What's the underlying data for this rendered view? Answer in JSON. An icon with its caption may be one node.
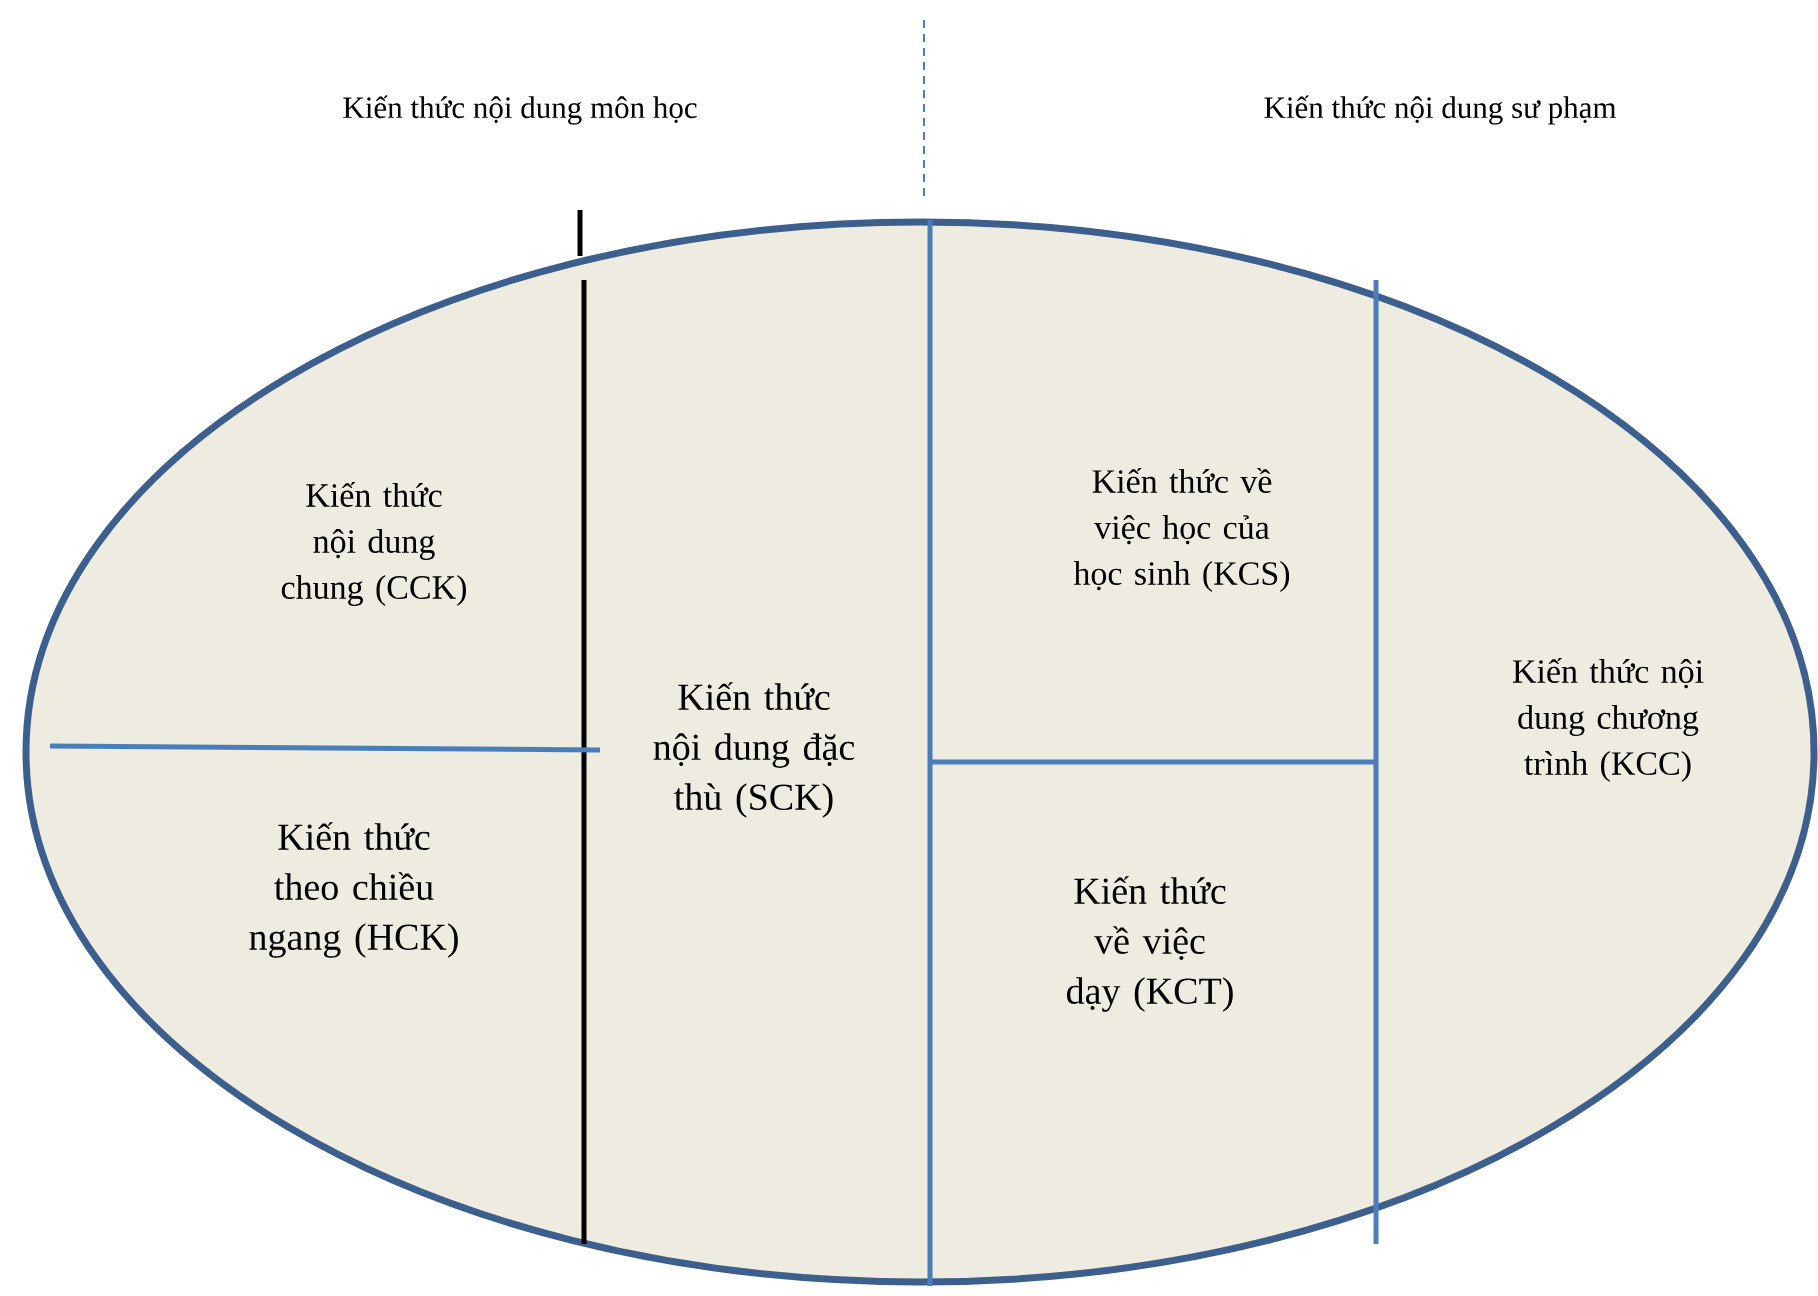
{
  "diagram": {
    "nodes": [
      {
        "text": [],
        "shape": "ellipse"
      },
      {
        "text": [
          "Kiến thức nội dung chung (CCK)"
        ],
        "in": 0
      },
      {
        "text": [
          "Kiến thức theo chiều ngang (HCK)"
        ],
        "in": 0
      },
      {
        "text": [
          "Kiến thức nội dung đặc thù (SCK)"
        ],
        "in": 0
      },
      {
        "text": [
          "Kiến thức về việc học của học sinh (KCS)"
        ],
        "in": 0
      },
      {
        "text": [
          "Kiến thức về việc dạy (KCT)"
        ],
        "in": 0
      },
      {
        "text": [
          "Kiến thức nội dung chương trình (KCC)"
        ],
        "in": 0
      }
    ],
    "labels": [
      "Kiến thức nội dung môn học",
      "Kiến thức nội dung sư phạm"
    ]
  }
}
